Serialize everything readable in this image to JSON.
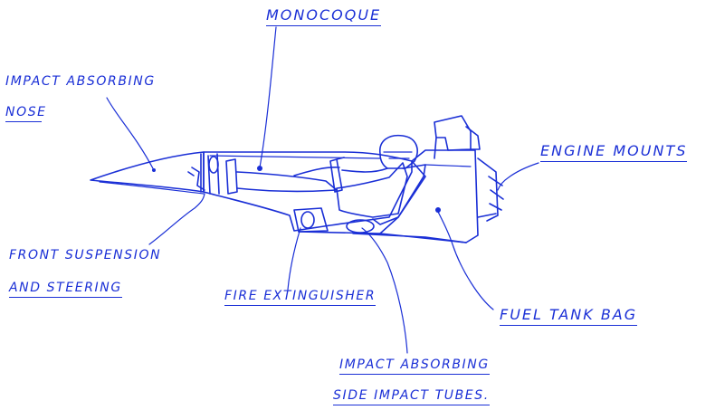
{
  "labels": {
    "monocoque": "MONOCOQUE",
    "impact_nose_line1": "IMPACT ABSORBING",
    "impact_nose_line2": "NOSE",
    "engine_mounts": "ENGINE MOUNTS",
    "front_suspension_line1": "FRONT SUSPENSION",
    "front_suspension_line2": "AND STEERING",
    "fire_extinguisher": "FIRE EXTINGUISHER",
    "fuel_tank_bag": "FUEL TANK BAG",
    "side_impact_line1": "IMPACT ABSORBING",
    "side_impact_line2": "SIDE IMPACT TUBES."
  },
  "colors": {
    "ink": "#1a2fd6",
    "background": "#ffffff"
  }
}
